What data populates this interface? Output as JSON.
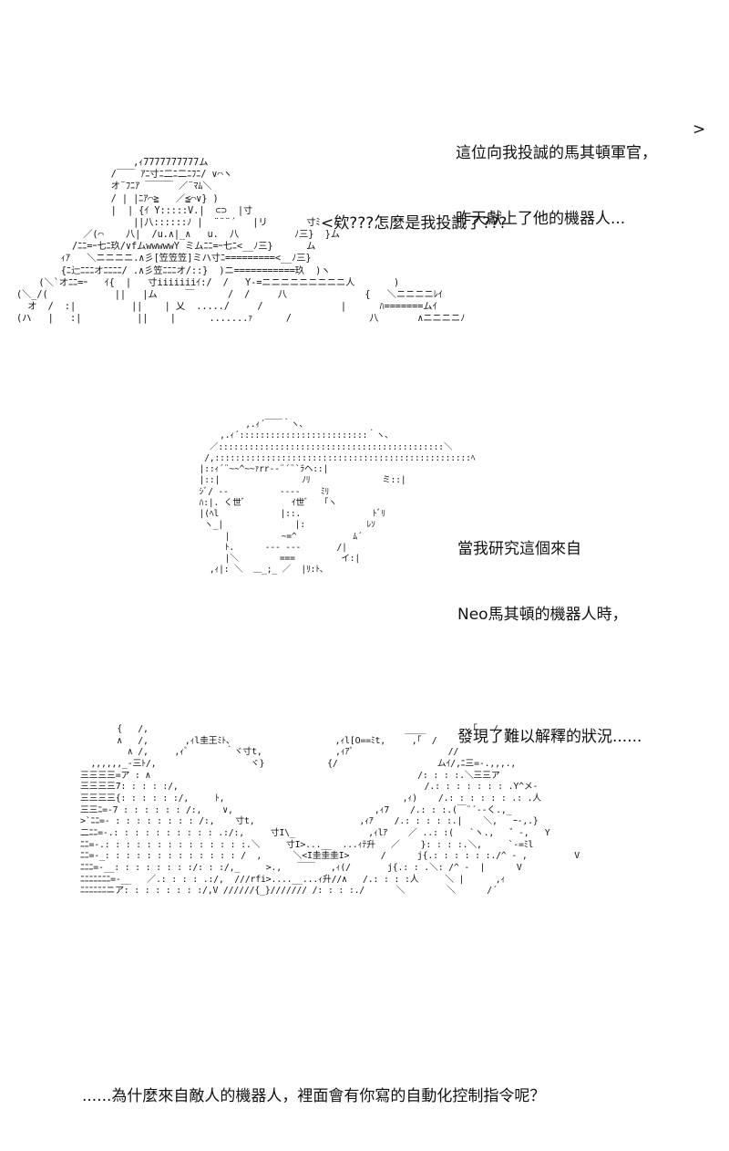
{
  "panels": [
    {
      "caption_lines": [
        "這位向我投誠的馬其頓軍官，",
        "昨天獻上了他的機器人..."
      ],
      "continue_mark": ">",
      "speech": "<欸???怎麼是我投誠了???"
    },
    {
      "caption_lines": [
        "當我研究這個來自",
        "Neo馬其頓的機器人時，",
        "發現了難以解釋的狀況......"
      ]
    },
    {
      "caption_lines": [
        "......為什麼來自敵人的機器人，裡面會有你寫的自動化控制指令呢？"
      ]
    }
  ],
  "art": {
    "soldier": "                     ,ｨ7777777777ム\n                 /￣￣ ｱﾆ寸ﾆ二ﾆ二ﾆﾌﾆ/ ∨⌒ヽ\n                 オ¨ﾌﾆｱ ￣￣￣ ／¨ﾏﾑ＼\n                 / | |ﾆｱ⌒≧   ／≦⌒∨} )\n                 |  | {ｲ Y:::::V.|  ⊂⊃  |寸\n                     ||八::::::ﾉ |  ¨¨¨´   |リ       寸ﾐ\n            ／(⌒    八|  /u.∧|_∧   u.  八          ﾉ三}  }ム\n          /ﾆﾆ=ｰ七ﾆ玖/∨fムwwwwwY ミムﾆﾆ=ｰ七ﾆ<__ﾉ三}      ム\n        ｨｱ   ＼ニニニニ.∧彡[笠笠笠]ミハ寸ﾆ=========<__ﾉ三}\n        {ﾆ辷ﾆﾆﾆオﾆﾆﾆﾆ/ .∧彡笠ﾆﾆﾆオ/::}  )ニ===========玖  )ヽ\n    (＼`オﾆﾆ=ｰ   ｲ{  |   寸iiiiiiiｲ:/  /   Y-=ニニニニニニニニニ人       )\n(＼_/(            ||   |ム     ￣      /  /     八              {   ＼ニニニニﾚｲ\n  オ  /  :|          ||    | 乂  ...../     /              |      ﾊ=======ムｲ\n(ハ   |   :|          ||    |      .......ｧ      /              八       ∧ニニニニﾉ",
    "officer": "                  ,.ｨ´￣￣｀ヽ､\n             ,.ｨ´:::::::::::::::::::::::::｀ヽ､\n           ／::::::::::::::::::::::::::::::::::::::::::::＼\n          /,::::::::::::::::::::::::::::::::::::::::::::::::::ﾍ\n         |::ｨ´¨~~^~~ｧrr-‐¨´¨`ﾗヘ::|\n         |::|                ﾉﾘ              ミ::|\n         ｼﾞ/ ‐‐          ‐‐‐‐    ﾐﾘ\n         ﾊ:|. く世ﾞ         ｲ世ﾞ   ｢ヽ\n         |(ﾍl            |::.              ﾄﾞﾘ\n          ヽ_|              |:            ﾚｿ\n              |          ~=^           ﾑ´\n              ﾄ.      ‐‐‐ ‐‐‐       /|\n              |＼        ===         イ:|\n           ,ｨ|: ＼  ＿_;_ ／  |ﾘ:ﾄ､",
    "smile": "       {   /,                                                 ____        ,｢   /\n       ∧   /,       ,ｨl圭王ﾐﾄ､                    ,ｨl[O==ﾐt,     ,｢  /\n         ∧ /,     ,ｨﾞ       ｀ヾ寸t,              ,ｨｱﾞ                  //\n  ,,,,,,_-三ﾄ/,                  ヾ}            {/                   ムｲ/,ﾆ三=-.,,,.,\n三三三三=ア : ∧                                                   /: : : :.＼三三ア\n三三三三7: : : : :/,                                               /.: : : : : : : .Y^メ-\n三三三三{: : : : : :/,     ﾄ,                                  ,ｨ)    /.: : : : : : .: .人\n三三ﾆ=-7 : : : : : : /:,    ∨,                           ,ｨ7    /.: : :.(￣¨´-‐く.,_\n>`ﾆﾆ=- : : : : : : : : /:,    寸t,                    ,ｨｱ    /.: : : : :.|    ＼,   ｰ-,.}\n二ﾆﾆ=-.: : : : : : : : : : .:/:,     寸I\\_              ,ｨlｱ    ／ ..: :(   `ヽ.,   ゛-,   Y\nﾆﾆ=-.: : : : : : : : : : : : : :.＼     寸I>...__  ...ｨﾃ升   ／    }: : : :.＼,     `‐=ﾐl\nﾆﾆ=-_: : : : : : : : : : : : : /  ,      ＼<I圭圭圭I>      /      j{.: : : : : :./^ - ,         V\nﾆﾆﾆ=-__: : : : : : : :/: : :/,_     >.,   ￣￣   ,ｨ(/       j{.: : .＼: /^ -  |      V\nﾆﾆﾆﾆﾆﾆﾆ=-__   ／.: : : : .:/,  ///rfi>....__...ｨ升//∧   /.: : : :人     ＼ |      ,ｨ\nﾆﾆﾆﾆﾆﾆニア: : : : : : : :/,V //////{_}/////// /: : : :./      ＼        ＼      /´"
  }
}
